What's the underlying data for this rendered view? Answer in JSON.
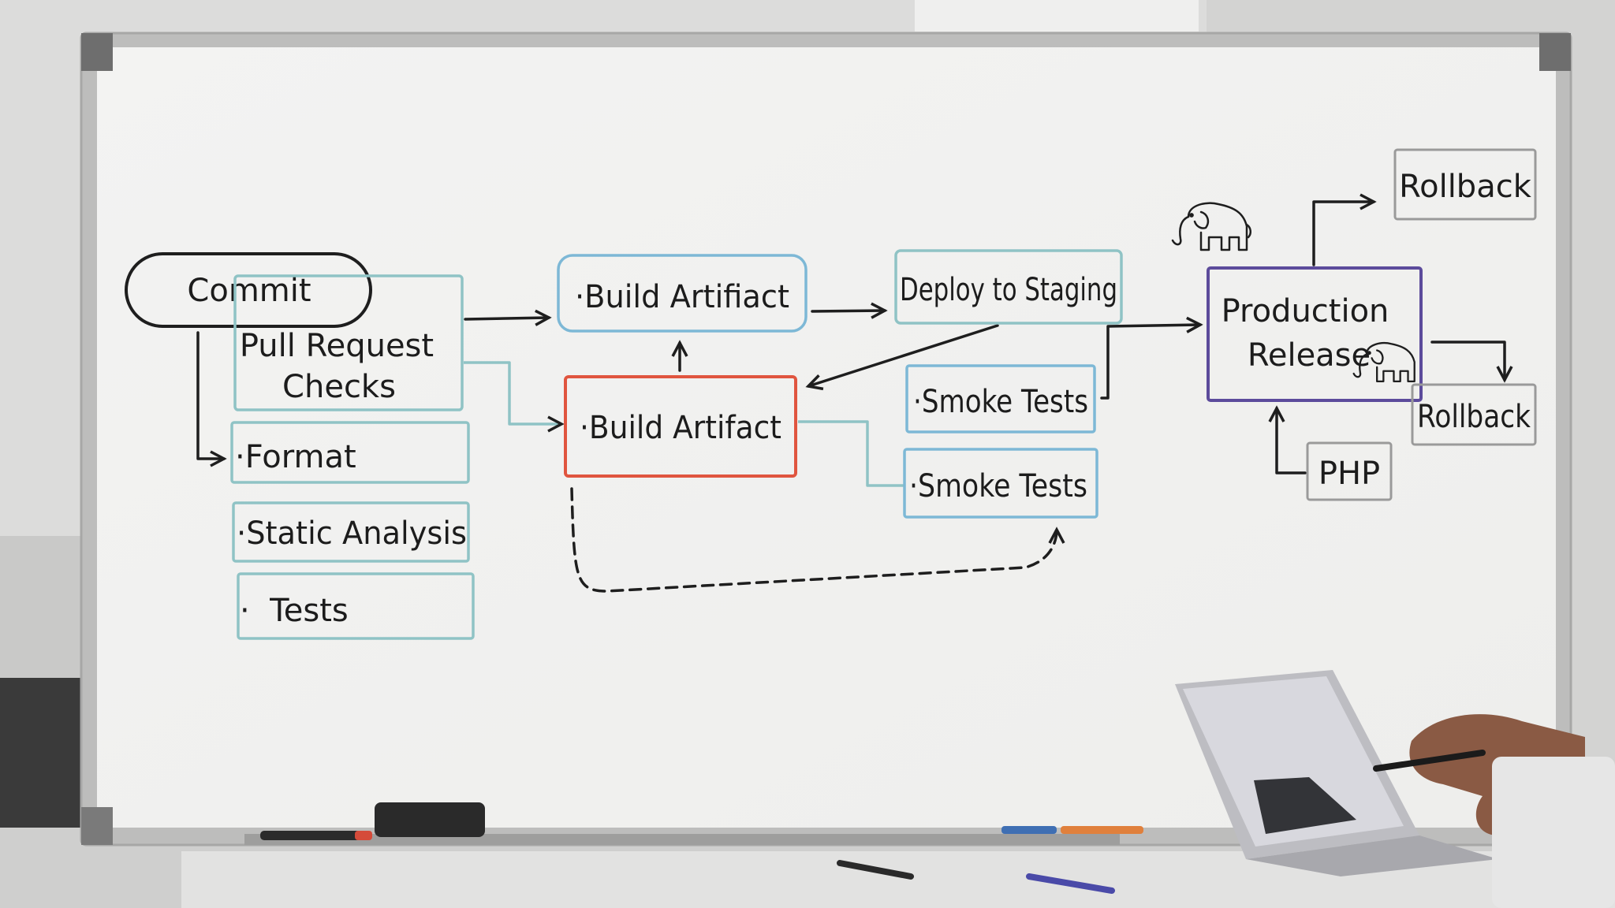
{
  "diagram": {
    "nodes": {
      "commit": "Commit",
      "pr_checks": [
        "Pull Request",
        "Checks"
      ],
      "format": "·Format",
      "static_analysis": "·Static Analysis",
      "tests": "·  Tests",
      "build_artifiact": "·Build Artifiact",
      "build_artifact": "·Build Artifact",
      "deploy_staging": "Deploy to Staging",
      "smoke_tests_1": "·Smoke Tests",
      "smoke_tests_2": "·Smoke Tests",
      "production_release": [
        "Production",
        "Release"
      ],
      "rollback_top": "Rollback",
      "rollback_bottom": "Rollback",
      "php": "PHP"
    },
    "marker_colors": {
      "black": "#1e1e1e",
      "teal": "#8fc3c5",
      "red": "#e0553f",
      "purple": "#5c4b9b",
      "gray": "#9a9a9a",
      "light_blue": "#7db8d6"
    },
    "icons": [
      "elephant-icon",
      "elephant-icon"
    ]
  }
}
